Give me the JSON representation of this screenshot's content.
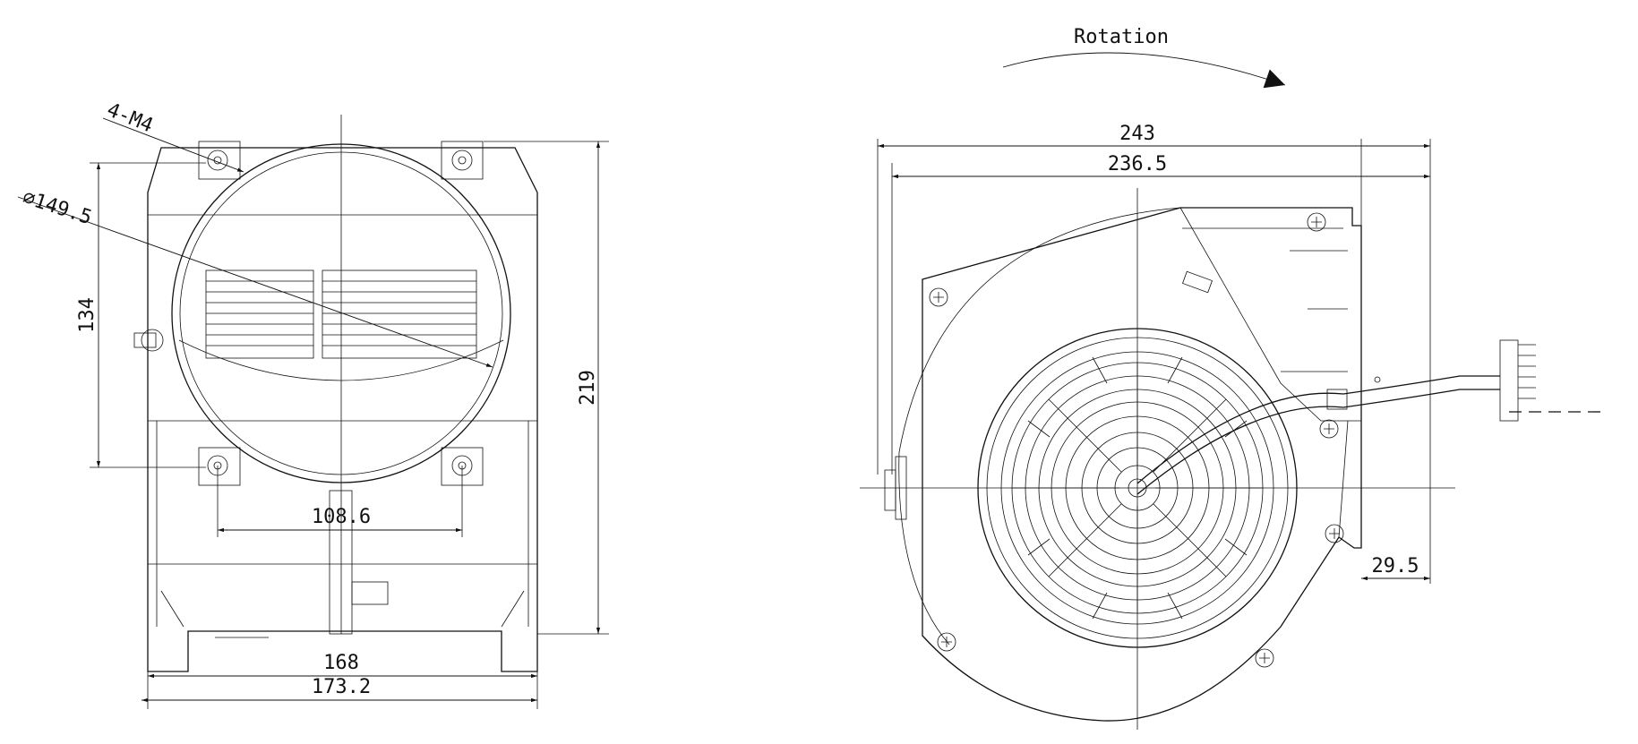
{
  "front_view": {
    "label_holes": "4-M4",
    "label_diameter": "⌀149.5",
    "label_height_inner": "134",
    "label_height_total": "219",
    "label_hole_spacing": "108.6",
    "label_width_inner": "168",
    "label_width_total": "173.2"
  },
  "side_view": {
    "label_rotation": "Rotation",
    "label_width_total": "243",
    "label_width_inner": "236.5",
    "label_flange": "29.5"
  },
  "colors": {
    "line": "#111111",
    "background": "#ffffff"
  }
}
